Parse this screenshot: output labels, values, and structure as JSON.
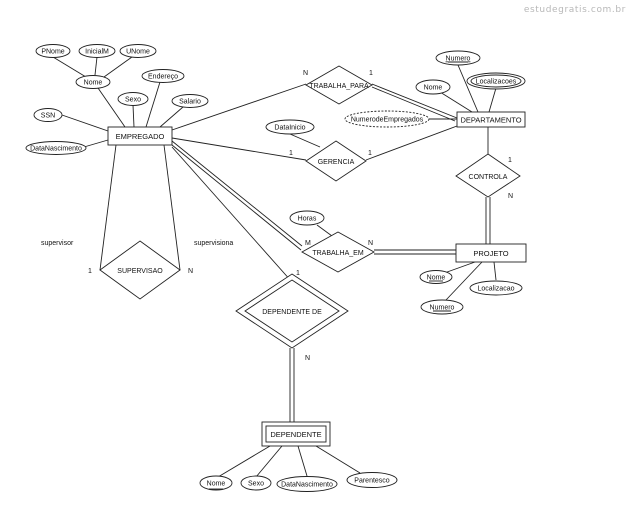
{
  "watermark": "estudegratis.com.br",
  "entities": {
    "empregado": "EMPREGADO",
    "departamento": "DEPARTAMENTO",
    "projeto": "PROJETO",
    "dependente": "DEPENDENTE"
  },
  "relationships": {
    "trabalha_para": "TRABALHA_PARA",
    "gerencia": "GERENCIA",
    "controla": "CONTROLA",
    "trabalha_em": "TRABALHA_EM",
    "supervisao": "SUPERVISAO",
    "dependente_de": "DEPENDENTE DE"
  },
  "attributes": {
    "pnome": "PNome",
    "inicialm": "InicialM",
    "unome": "UNome",
    "nome": "Nome",
    "endereco": "Endereço",
    "sexo": "Sexo",
    "salario": "Salario",
    "ssn": "SSN",
    "datanascimento": "DataNascimento",
    "datainicio": "DataInicio",
    "horas": "Horas",
    "dep_numero": "Numero",
    "dep_nome": "Nome",
    "dep_localizacoes": "Localizacoes",
    "dep_numerodeempregados": "NumerodeEmpregados",
    "proj_nome": "Nome",
    "proj_numero": "Numero",
    "proj_localizacao": "Localizacao",
    "dpd_nome": "Nome",
    "dpd_sexo": "Sexo",
    "dpd_datanascimento": "DataNascimento",
    "dpd_parentesco": "Parentesco"
  },
  "roles": {
    "supervisor": "supervisor",
    "supervisiona": "supervisiona"
  },
  "cardinalities": {
    "tp_emp": "N",
    "tp_dep": "1",
    "ger_emp": "1",
    "ger_dep": "1",
    "ctrl_dep": "1",
    "ctrl_proj": "N",
    "te_emp": "M",
    "te_proj": "N",
    "sup_1": "1",
    "sup_n": "N",
    "dd_emp": "1",
    "dd_dpd": "N"
  }
}
